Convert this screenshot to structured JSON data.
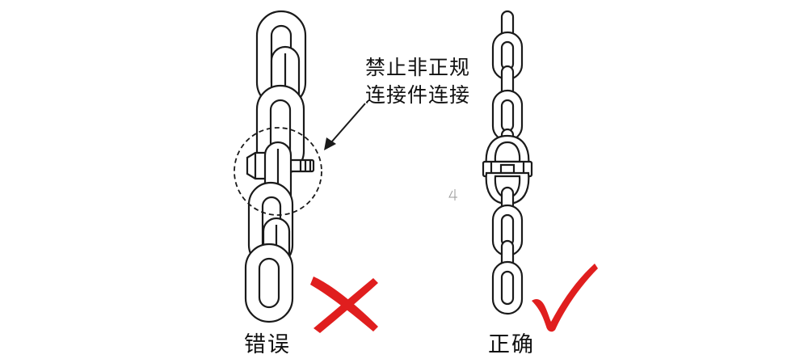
{
  "callout": {
    "line1": "禁止非正规",
    "line2": "连接件连接"
  },
  "wrong": {
    "label": "错误",
    "mark_icon": "cross-mark-icon",
    "mark_color": "#e01e1e"
  },
  "right": {
    "label": "正确",
    "mark_icon": "check-mark-icon",
    "mark_color": "#e01e1e"
  },
  "colors": {
    "line": "#1a1a1a",
    "chain_fill": "#ffffff"
  }
}
